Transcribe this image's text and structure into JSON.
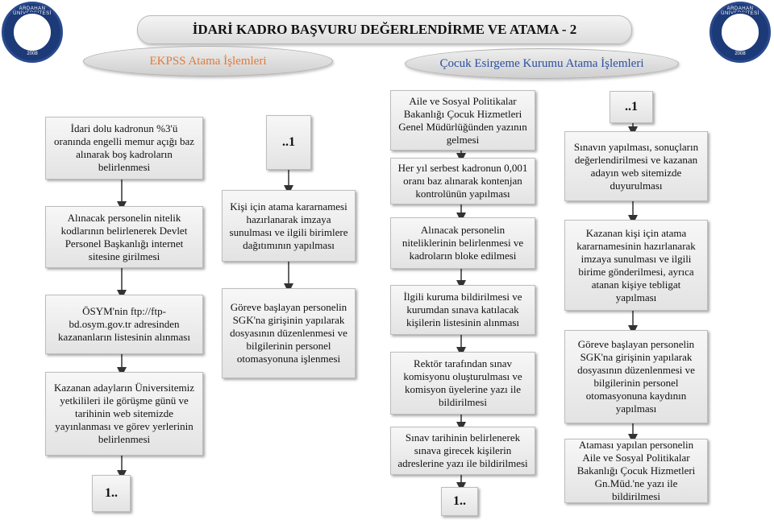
{
  "logo": {
    "ring_text": "ARDAHAN ÜNİVERSİTESİ",
    "year": "2008"
  },
  "title": "İDARİ KADRO BAŞVURU DEĞERLENDİRME VE ATAMA - 2",
  "sections": {
    "ekpss": "EKPSS Atama İşlemleri",
    "cocuk": "Çocuk Esirgeme Kurumu Atama İşlemleri"
  },
  "col1": [
    "İdari dolu kadronun %3'ü oranında engelli memur açığı baz alınarak boş kadroların belirlenmesi",
    "Alınacak personelin nitelik kodlarının belirlenerek Devlet Personel Başkanlığı internet sitesine girilmesi",
    "ÖSYM'nin ftp://ftp-bd.osym.gov.tr adresinden kazananların listesinin alınması",
    "Kazanan adayların Üniversitemiz yetkilileri ile görüşme günü ve tarihinin web sitemizde yayınlanması ve görev yerlerinin belirlenmesi"
  ],
  "col1_connector": "1..",
  "col2_connector": "..1",
  "col2": [
    "Kişi için atama kararnamesi hazırlanarak imzaya sunulması ve ilgili birimlere dağıtımının yapılması",
    "Göreve başlayan personelin SGK'na girişinin yapılarak dosyasının düzenlenmesi ve bilgilerinin personel otomasyonuna işlenmesi"
  ],
  "col3": [
    "Aile ve Sosyal Politikalar Bakanlığı Çocuk Hizmetleri Genel Müdürlüğünden yazının gelmesi",
    "Her yıl serbest kadronun 0,001 oranı baz alınarak kontenjan kontrolünün yapılması",
    "Alınacak personelin niteliklerinin belirlenmesi ve kadroların bloke edilmesi",
    "İlgili kuruma bildirilmesi ve kurumdan sınava katılacak kişilerin listesinin alınması",
    "Rektör tarafından sınav komisyonu oluşturulması ve komisyon üyelerine yazı ile bildirilmesi",
    "Sınav tarihinin belirlenerek sınava girecek kişilerin adreslerine yazı ile bildirilmesi"
  ],
  "col3_connector": "1..",
  "col4_connector": "..1",
  "col4": [
    "Sınavın yapılması, sonuçların değerlendirilmesi ve kazanan adayın web sitemizde duyurulması",
    "Kazanan kişi için atama kararnamesinin hazırlanarak imzaya sunulması ve ilgili birime gönderilmesi, ayrıca atanan kişiye tebligat yapılması",
    "Göreve başlayan personelin SGK'na girişinin yapılarak dosyasının düzenlenmesi ve bilgilerinin personel otomasyonuna kaydının yapılması",
    "Ataması yapılan personelin Aile ve Sosyal Politikalar Bakanlığı Çocuk Hizmetleri Gn.Müd.'ne yazı ile bildirilmesi"
  ]
}
